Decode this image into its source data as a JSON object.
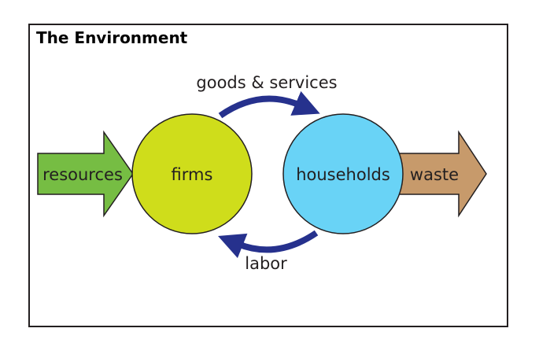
{
  "title": "The Environment",
  "nodes": {
    "resources": "resources",
    "firms": "firms",
    "households": "households",
    "waste": "waste"
  },
  "flows": {
    "top": "goods & services",
    "bottom": "labor"
  },
  "colors": {
    "resources_fill": "#76bd43",
    "firms_fill": "#cfdd1b",
    "households_fill": "#69d3f6",
    "waste_fill": "#c79a6b",
    "flow_arrow": "#26318d",
    "outline": "#231f20"
  }
}
